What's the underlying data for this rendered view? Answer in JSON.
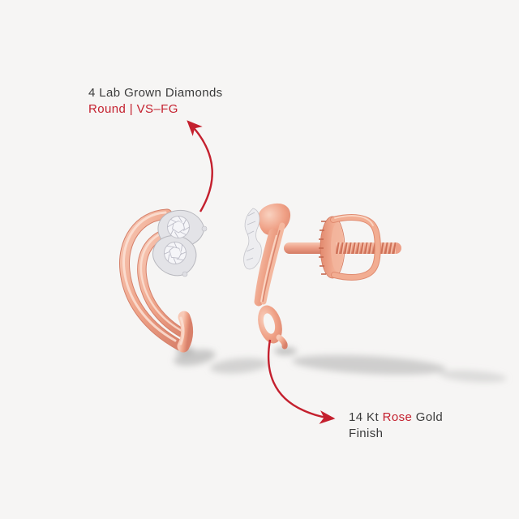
{
  "page": {
    "background_color": "#f6f5f4",
    "accent_red": "#c4202e",
    "text_color": "#3b3b3b"
  },
  "annotations": {
    "diamonds": {
      "line1": "4 Lab Grown Diamonds",
      "line2": "Round | VS–FG",
      "arrow_icon": "curved-arrow-up-left"
    },
    "material": {
      "line1_prefix": "14 Kt ",
      "line1_highlight": "Rose",
      "line1_suffix": " Gold",
      "line2": "Finish",
      "arrow_icon": "curved-arrow-right"
    }
  },
  "product": {
    "colors": {
      "rose_gold": "#eda189",
      "rose_gold_highlight": "#fbe2d6",
      "rose_gold_shadow": "#d5806a",
      "white_gold": "#e9e9ed",
      "diamond": "#f4f4f7",
      "cast_shadow": "#a0a0a0"
    }
  }
}
